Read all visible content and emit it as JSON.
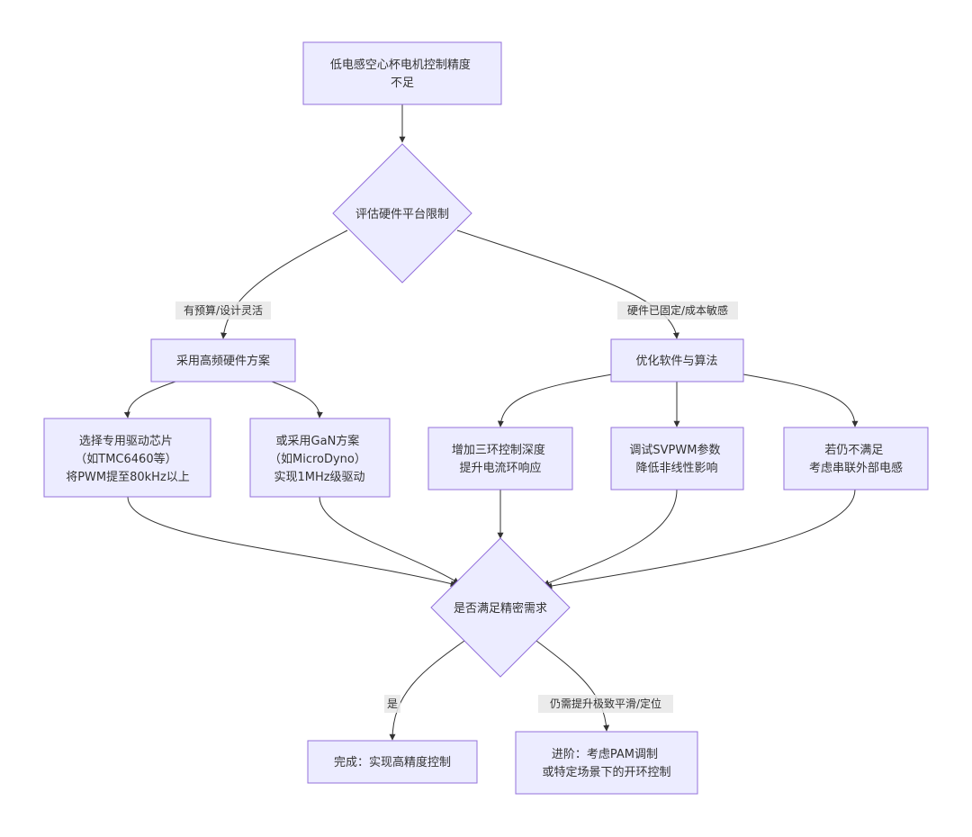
{
  "nodes": {
    "start": {
      "lines": [
        "低电感空心杯电机控制精度",
        "不足"
      ]
    },
    "evaluate": {
      "lines": [
        "评估硬件平台限制"
      ]
    },
    "hw_plan": {
      "lines": [
        "采用高频硬件方案"
      ]
    },
    "sw_plan": {
      "lines": [
        "优化软件与算法"
      ]
    },
    "chip": {
      "lines": [
        "选择专用驱动芯片",
        "（如TMC6460等）",
        "将PWM提至80kHz以上"
      ]
    },
    "gan": {
      "lines": [
        "或采用GaN方案",
        "（如MicroDyno）",
        "实现1MHz级驱动"
      ]
    },
    "loop": {
      "lines": [
        "增加三环控制深度",
        "提升电流环响应"
      ]
    },
    "svpwm": {
      "lines": [
        "调试SVPWM参数",
        "降低非线性影响"
      ]
    },
    "inductor": {
      "lines": [
        "若仍不满足",
        "考虑串联外部电感"
      ]
    },
    "check": {
      "lines": [
        "是否满足精密需求"
      ]
    },
    "done": {
      "lines": [
        "完成：实现高精度控制"
      ]
    },
    "advanced": {
      "lines": [
        "进阶：考虑PAM调制",
        "或特定场景下的开环控制"
      ]
    }
  },
  "edge_labels": {
    "budget": "有预算/设计灵活",
    "fixed": "硬件已固定/成本敏感",
    "yes": "是",
    "more": "仍需提升极致平滑/定位"
  }
}
